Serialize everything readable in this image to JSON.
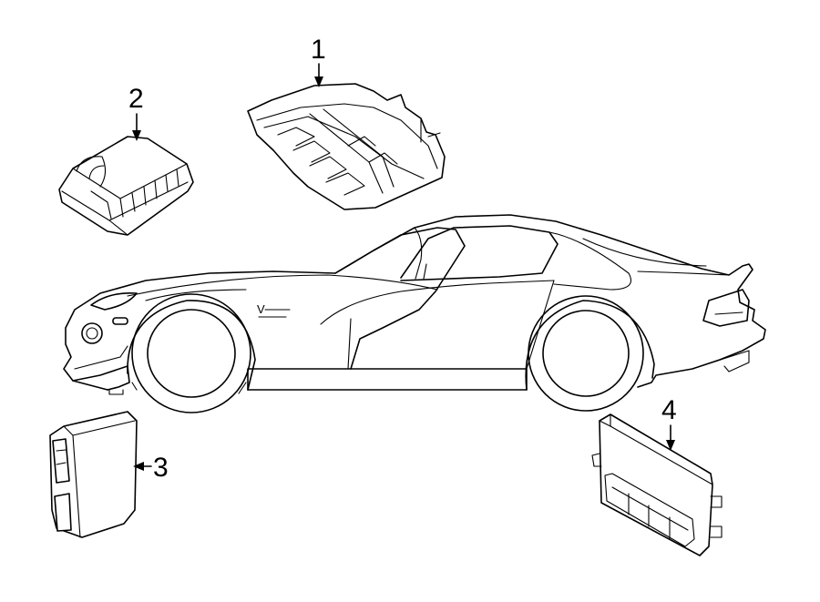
{
  "diagram": {
    "callouts": [
      {
        "id": "1",
        "label": "1"
      },
      {
        "id": "2",
        "label": "2"
      },
      {
        "id": "3",
        "label": "3"
      },
      {
        "id": "4",
        "label": "4"
      }
    ],
    "badge_text": "V"
  }
}
